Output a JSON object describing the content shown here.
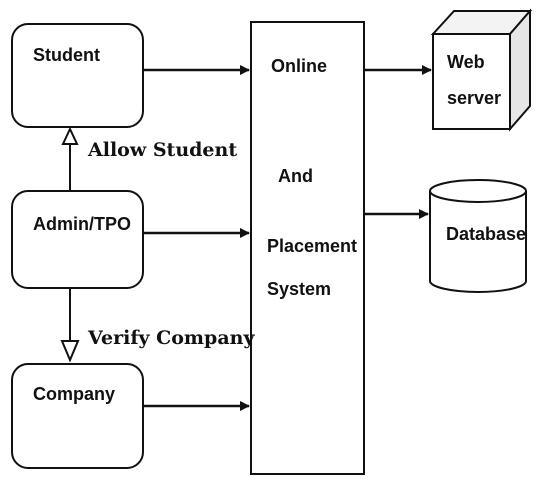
{
  "diagram": {
    "actors": {
      "student": "Student",
      "admin": "Admin/TPO",
      "company": "Company"
    },
    "system": {
      "line1": "Online",
      "line2": "And",
      "line3": "Placement",
      "line4": "System"
    },
    "web_server": {
      "line1": "Web",
      "line2": "server"
    },
    "database": "Database",
    "relations": {
      "allow_student": "Allow Student",
      "verify_company": "Verify Company"
    },
    "colors": {
      "stroke": "#111111",
      "fill": "#ffffff",
      "server_side": "#e6e6e6",
      "server_top": "#f3f3f3"
    }
  }
}
